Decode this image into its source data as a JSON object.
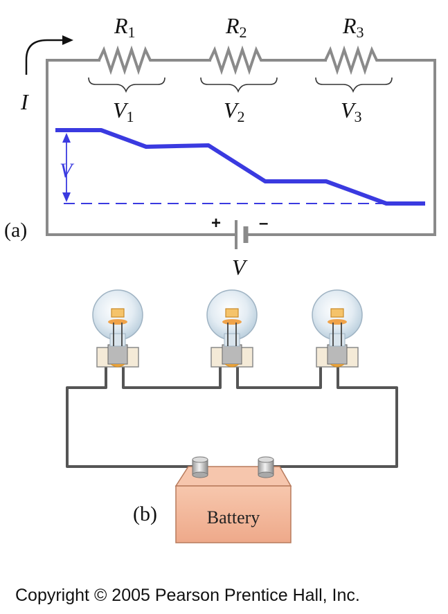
{
  "panel_a": {
    "resistors": [
      {
        "symbol": "R",
        "sub": "1",
        "voltage_symbol": "V",
        "voltage_sub": "1"
      },
      {
        "symbol": "R",
        "sub": "2",
        "voltage_symbol": "V",
        "voltage_sub": "2"
      },
      {
        "symbol": "R",
        "sub": "3",
        "voltage_symbol": "V",
        "voltage_sub": "3"
      }
    ],
    "current_label": "I",
    "battery_label": "V",
    "plus_label": "+",
    "minus_label": "–",
    "potential_label": "V",
    "panel_label": "(a)"
  },
  "panel_b": {
    "panel_label": "(b)",
    "battery_text": "Battery"
  },
  "copyright": "Copyright © 2005 Pearson Prentice Hall, Inc.",
  "colors": {
    "wire": "#8a8a8a",
    "potential": "#3a3ae0",
    "battery_fill": "#f2b79a",
    "bulb_wire": "#555555"
  }
}
